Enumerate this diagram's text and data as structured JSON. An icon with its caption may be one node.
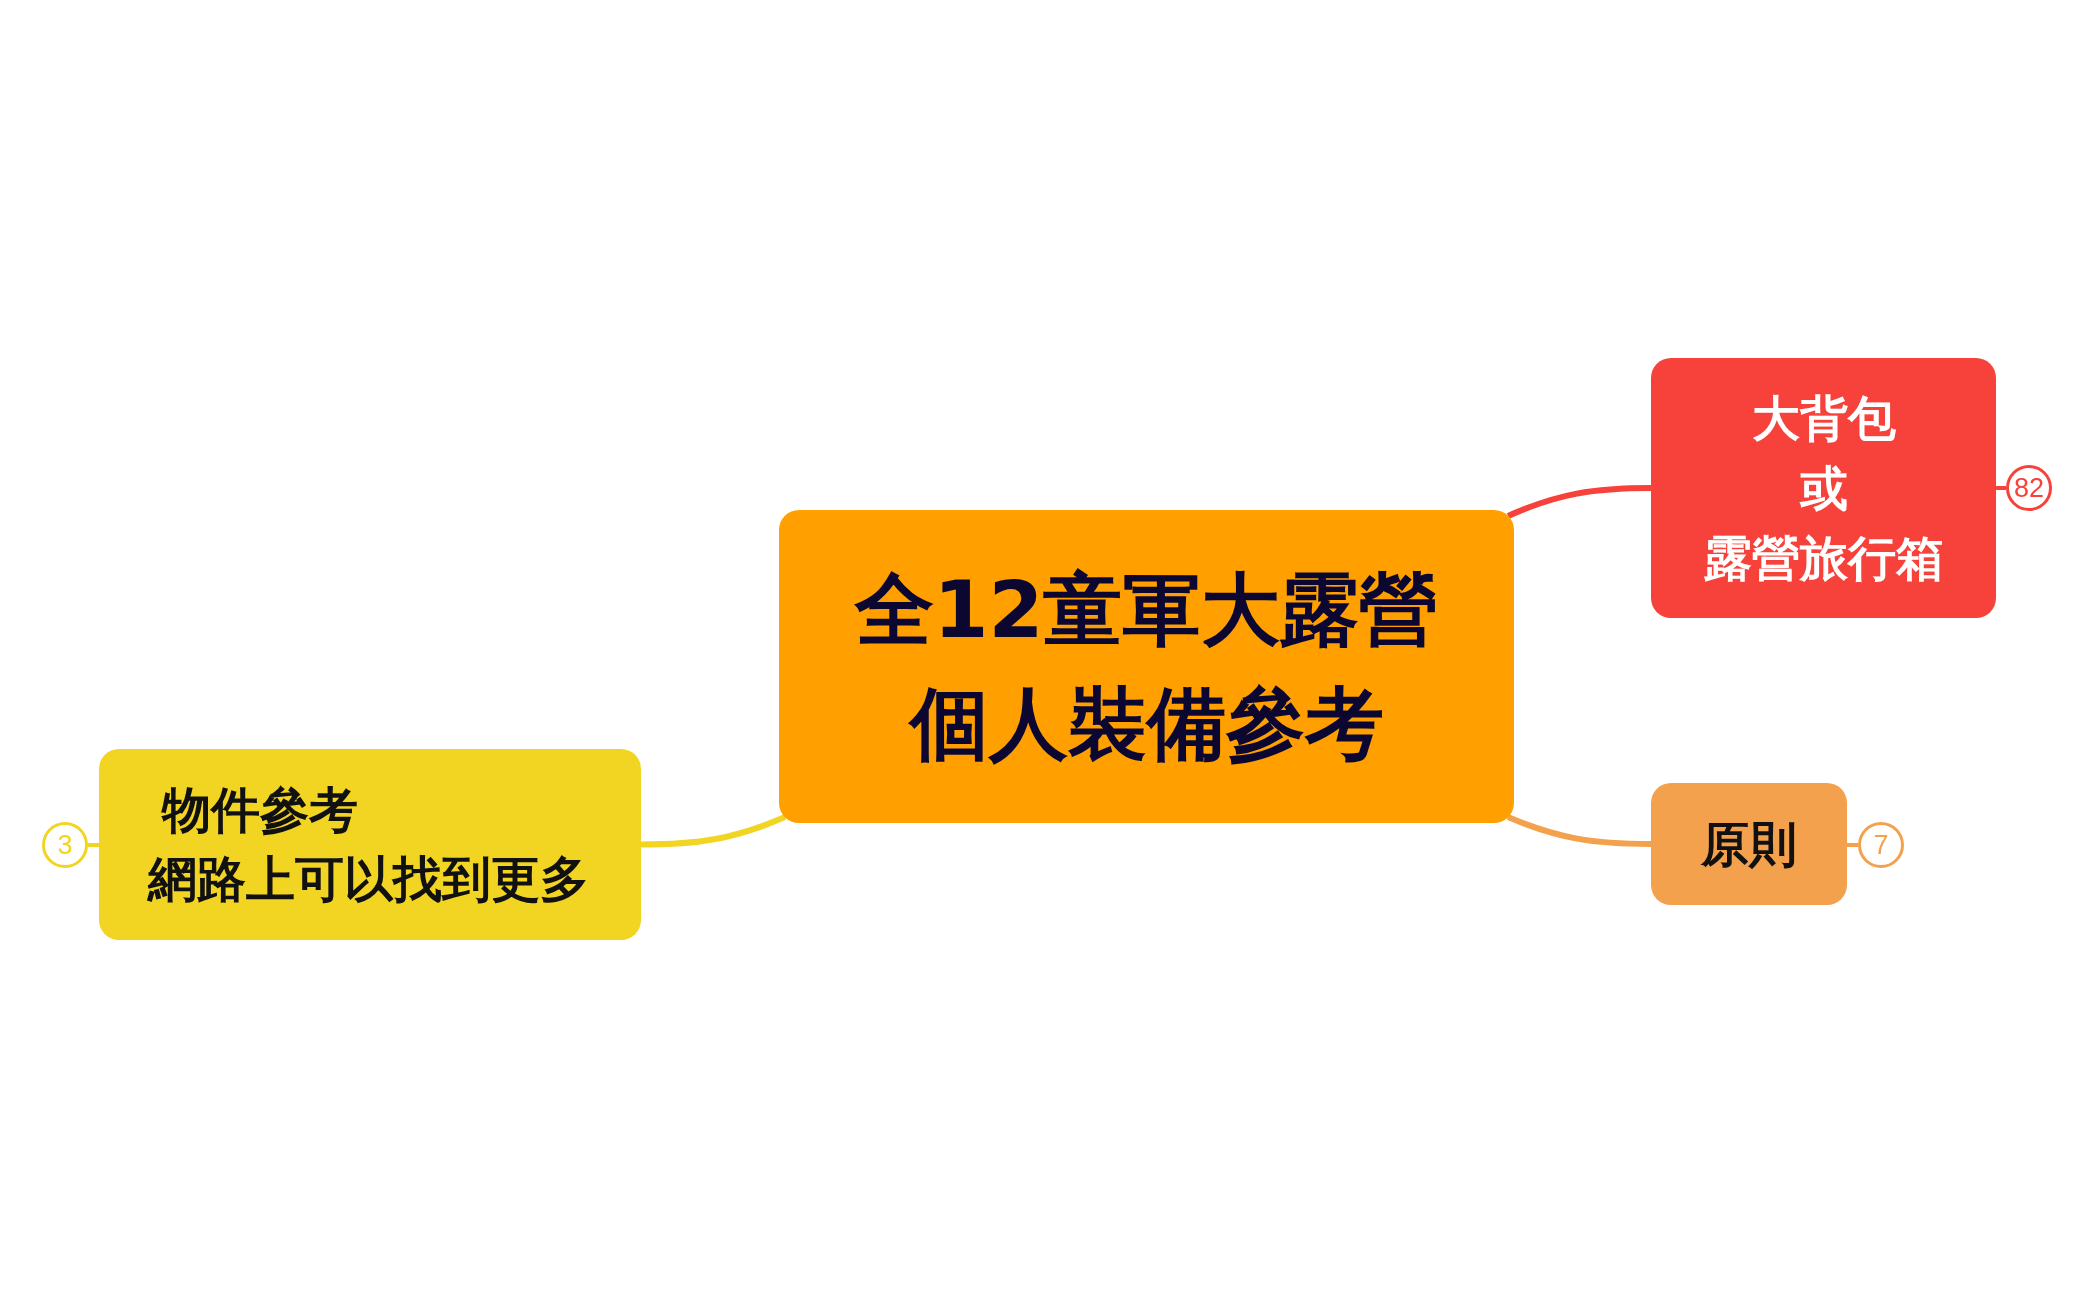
{
  "diagram": {
    "nodes": [
      {
        "text": [
          "全12童軍大露營",
          "個人裝備參考"
        ]
      },
      {
        "text": [
          "大背包",
          "或",
          "露營旅行箱"
        ]
      },
      {
        "text": [
          "82"
        ]
      },
      {
        "text": [
          "原則"
        ]
      },
      {
        "text": [
          "7"
        ]
      },
      {
        "text": [
          "物件參考",
          "網路上可以找到更多"
        ]
      },
      {
        "text": [
          "3"
        ]
      }
    ],
    "edges": [
      {
        "from": 0,
        "to": 1,
        "arrow": "none",
        "color": "#f7423b"
      },
      {
        "from": 1,
        "to": 2,
        "arrow": "none",
        "color": "#f7423b"
      },
      {
        "from": 0,
        "to": 3,
        "arrow": "none",
        "color": "#f4a14d"
      },
      {
        "from": 3,
        "to": 4,
        "arrow": "none",
        "color": "#f4a14d"
      },
      {
        "from": 0,
        "to": 5,
        "arrow": "none",
        "color": "#f2d422"
      },
      {
        "from": 5,
        "to": 6,
        "arrow": "none",
        "color": "#f2d422"
      }
    ]
  }
}
